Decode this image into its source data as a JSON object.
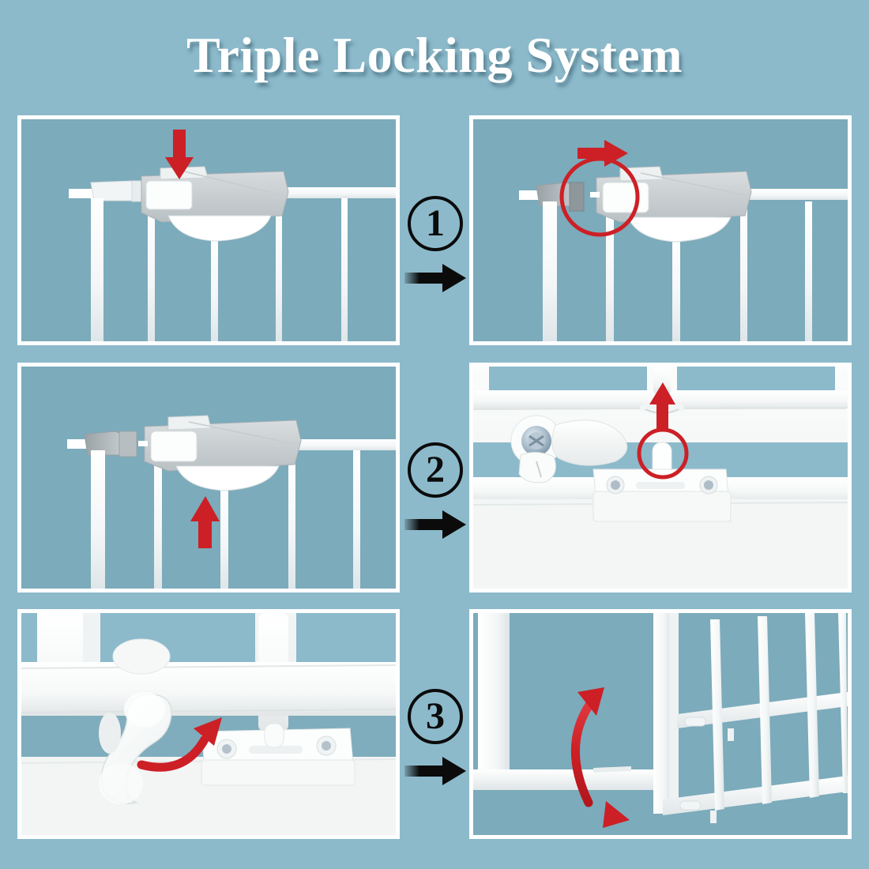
{
  "page": {
    "title": "Triple Locking System",
    "background_color": "#8cbacb",
    "panel_background_color": "#7cabbb",
    "panel_border_color": "#ffffff",
    "accent_red": "#cc2026",
    "badge_color": "#0b0b0b"
  },
  "steps": [
    {
      "number": "1",
      "arrow_icon": "arrow-right-icon"
    },
    {
      "number": "2",
      "arrow_icon": "arrow-right-icon"
    },
    {
      "number": "3",
      "arrow_icon": "arrow-right-icon"
    }
  ],
  "panels": [
    {
      "id": "panel-1",
      "position": "top-left",
      "type": "illustration",
      "subject": "gate top latch housing, closed",
      "annotations": [
        {
          "icon": "arrow-down-icon",
          "color": "#cc2026",
          "meaning": "press down on top lock button"
        }
      ]
    },
    {
      "id": "panel-2",
      "position": "top-right",
      "type": "illustration",
      "subject": "gate top latch housing sliding free of wall post",
      "annotations": [
        {
          "icon": "arrow-right-icon",
          "color": "#cc2026",
          "meaning": "slide latch sideways"
        },
        {
          "icon": "circle-highlight-icon",
          "color": "#cc2026",
          "meaning": "latch pin disengaged"
        }
      ]
    },
    {
      "id": "panel-3",
      "position": "middle-left",
      "type": "illustration",
      "subject": "gate top latch with lift lever",
      "annotations": [
        {
          "icon": "arrow-up-icon",
          "color": "#cc2026",
          "meaning": "lift the latch lever upward"
        }
      ]
    },
    {
      "id": "panel-4",
      "position": "middle-right",
      "type": "photo",
      "subject": "bottom lock pin seated in floor bracket with rotating handle",
      "annotations": [
        {
          "icon": "arrow-up-icon",
          "color": "#cc2026",
          "meaning": "lift bottom pin out of bracket"
        },
        {
          "icon": "circle-highlight-icon",
          "color": "#cc2026",
          "meaning": "bottom lock pin location"
        }
      ]
    },
    {
      "id": "panel-5",
      "position": "bottom-left",
      "type": "photo",
      "subject": "rotating safety handle beside floor bracket",
      "annotations": [
        {
          "icon": "curved-arrow-icon",
          "color": "#cc2026",
          "meaning": "rotate handle upward to release"
        }
      ]
    },
    {
      "id": "panel-6",
      "position": "bottom-right",
      "type": "illustration",
      "subject": "gate panel swinging open in both directions",
      "annotations": [
        {
          "icon": "curved-double-arrow-icon",
          "color": "#cc2026",
          "meaning": "gate swings both ways"
        }
      ]
    }
  ]
}
